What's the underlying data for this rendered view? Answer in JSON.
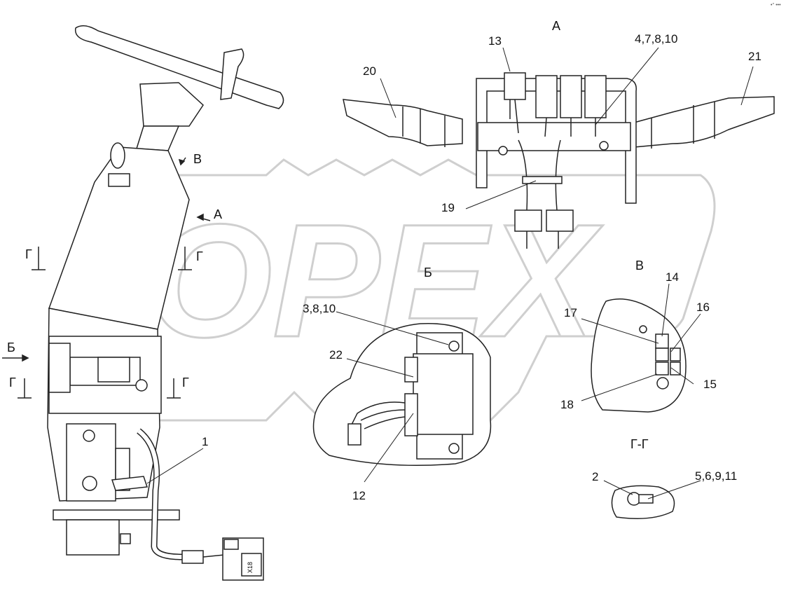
{
  "watermark": "OPEX",
  "corner_mark": "•° •••",
  "connector_label": "X18",
  "views": {
    "A_top": "А",
    "A_arrow": "А",
    "B_arrow": "В",
    "B_view": "В",
    "Bv_arrow": "Б",
    "Bv_view": "Б",
    "G_left_top": "Г",
    "G_left_mid": "Г",
    "G_left_bot": "Г",
    "G_right_bot": "Г",
    "section": "Г-Г"
  },
  "callouts": {
    "c1": "1",
    "c2": "2",
    "c3810": "3,8,10",
    "c47810": "4,7,8,10",
    "c56911": "5,6,9,11",
    "c12": "12",
    "c13": "13",
    "c14": "14",
    "c15": "15",
    "c16": "16",
    "c17": "17",
    "c18": "18",
    "c19": "19",
    "c20": "20",
    "c21": "21",
    "c22": "22"
  }
}
